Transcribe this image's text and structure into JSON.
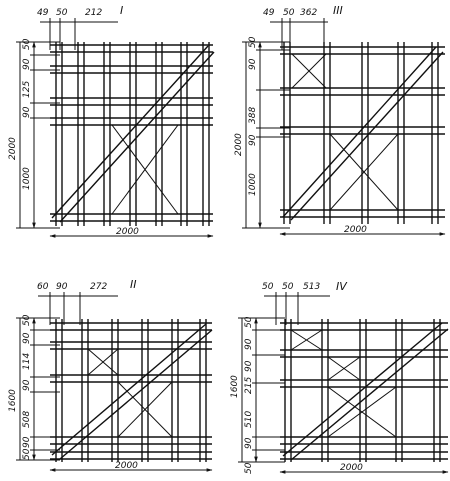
{
  "panels": [
    {
      "numeral": "I",
      "top_dims": [
        "49",
        "50",
        "212"
      ],
      "side_dims": [
        "50",
        "90",
        "125",
        "90",
        "1000"
      ],
      "height_dim": "2000",
      "width_dim": "2000"
    },
    {
      "numeral": "III",
      "top_dims": [
        "49",
        "50",
        "362"
      ],
      "side_dims": [
        "50",
        "90",
        "388",
        "90",
        "1000"
      ],
      "height_dim": "2000",
      "width_dim": "2000"
    },
    {
      "numeral": "II",
      "top_dims": [
        "60",
        "90",
        "272"
      ],
      "side_dims": [
        "50",
        "90",
        "114",
        "90",
        "508",
        "90",
        "50"
      ],
      "height_dim": "1600",
      "width_dim": "2000"
    },
    {
      "numeral": "IV",
      "top_dims": [
        "50",
        "50",
        "513"
      ],
      "side_dims": [
        "50",
        "90",
        "90",
        "215",
        "510",
        "90",
        "50"
      ],
      "height_dim": "1600",
      "width_dim": "2000"
    }
  ]
}
